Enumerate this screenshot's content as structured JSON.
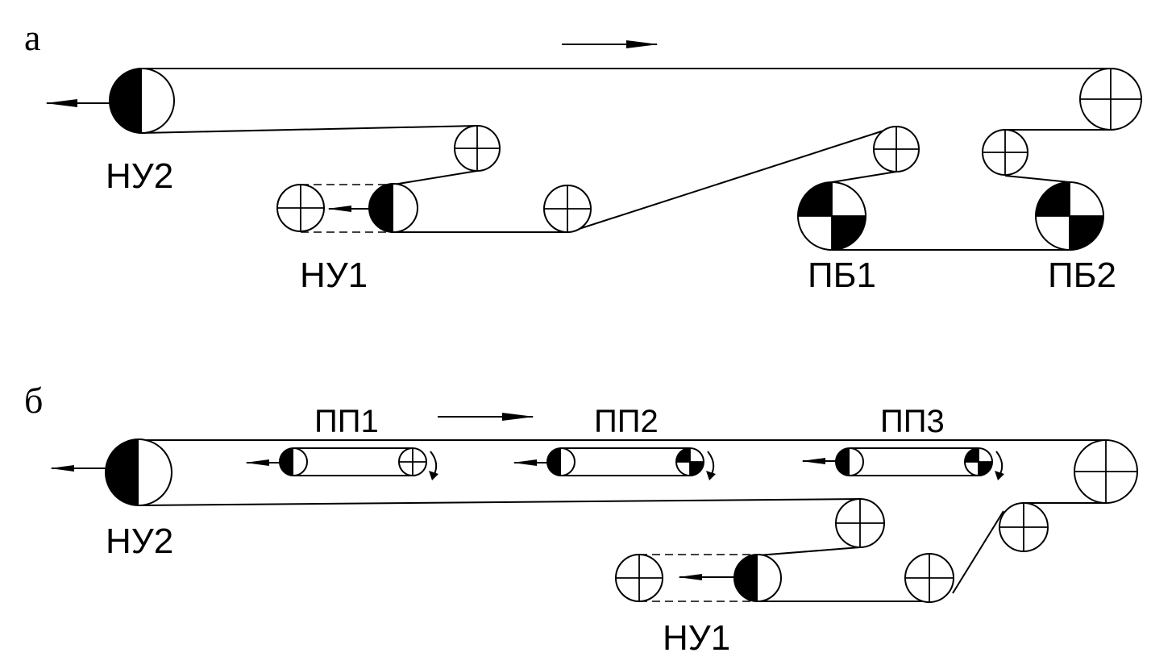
{
  "panels": {
    "a": {
      "letter": "а",
      "labels": {
        "nu2": "НУ2",
        "nu1": "НУ1",
        "pb1": "ПБ1",
        "pb2": "ПБ2"
      }
    },
    "b": {
      "letter": "б",
      "labels": {
        "nu2": "НУ2",
        "nu1": "НУ1",
        "pp1": "ПП1",
        "pp2": "ПП2",
        "pp3": "ПП3"
      }
    }
  },
  "legend_symbols": {
    "half_black": "drive-pulley-icon",
    "quarter_black": "pressure-drum-icon",
    "cross": "idler-pulley-icon"
  },
  "colors": {
    "ink": "#000000",
    "paper": "#ffffff"
  }
}
